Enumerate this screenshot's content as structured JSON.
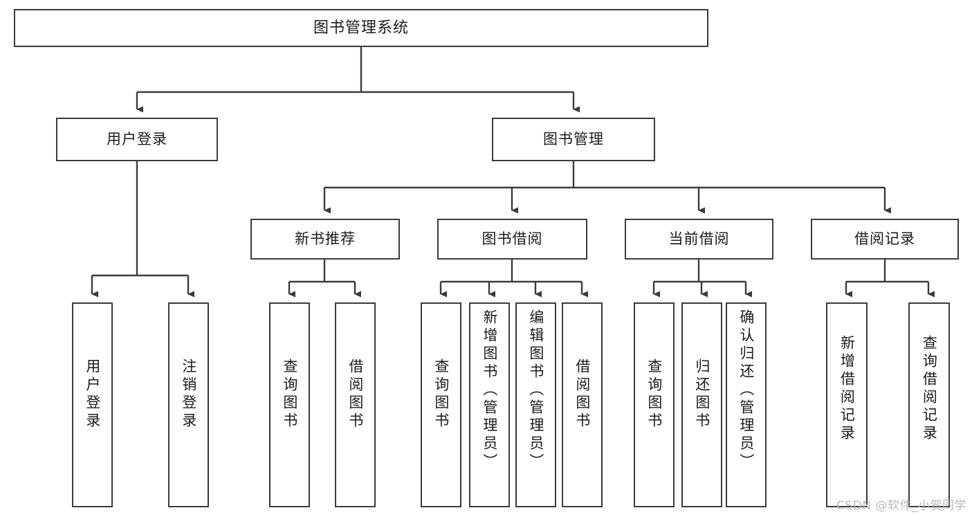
{
  "diagram": {
    "title": "图书管理系统",
    "type": "tree-hierarchy-diagram",
    "root": {
      "label": "图书管理系统"
    },
    "level2": [
      {
        "label": "用户登录"
      },
      {
        "label": "图书管理"
      }
    ],
    "level3": [
      {
        "label": "新书推荐"
      },
      {
        "label": "图书借阅"
      },
      {
        "label": "当前借阅"
      },
      {
        "label": "借阅记录"
      }
    ],
    "leaves": {
      "user_login": [
        {
          "label": "用户登录"
        },
        {
          "label": "注销登录"
        }
      ],
      "new_book_recommend": [
        {
          "label": "查询图书"
        },
        {
          "label": "借阅图书"
        }
      ],
      "book_borrow": [
        {
          "label": "查询图书"
        },
        {
          "label": "新增图书（管理员）"
        },
        {
          "label": "编辑图书（管理员）"
        },
        {
          "label": "借阅图书"
        }
      ],
      "current_borrow": [
        {
          "label": "查询图书"
        },
        {
          "label": "归还图书"
        },
        {
          "label": "确认归还（管理员）"
        }
      ],
      "borrow_record": [
        {
          "label": "新增借阅记录"
        },
        {
          "label": "查询借阅记录"
        }
      ]
    }
  },
  "watermark": {
    "text": "CSDN @软件_小贺同学"
  },
  "colors": {
    "box_border": "#3b3b3b",
    "connector": "#3b3b3b",
    "text": "#1b1b1b",
    "background": "#ffffff",
    "watermark": "#b9b9b9"
  }
}
